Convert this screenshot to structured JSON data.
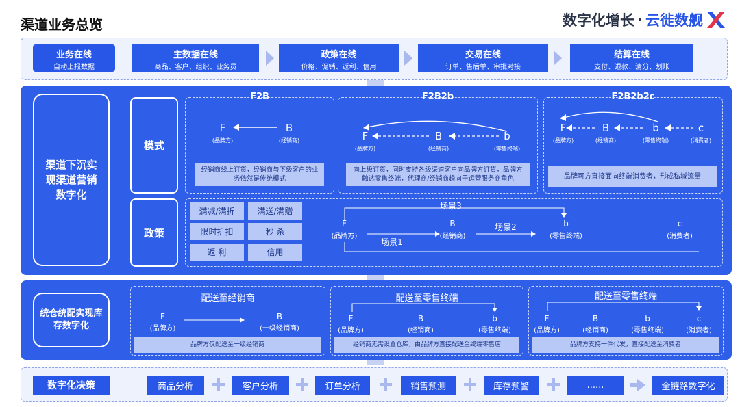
{
  "header": {
    "title": "渠道业务总览",
    "brand_main": "数字化增长",
    "brand_sep": "·",
    "brand_accent": "云徙数舰"
  },
  "row1": {
    "label_title": "业务在线",
    "label_sub": "自动上报数据",
    "boxes": [
      {
        "title": "主数据在线",
        "sub": "商品、客户、组织、业务员"
      },
      {
        "title": "政策在线",
        "sub": "价格、促销、返利、信用"
      },
      {
        "title": "交易在线",
        "sub": "订单、售后单、审批对接"
      },
      {
        "title": "结算在线",
        "sub": "支付、退款、清分、划账"
      }
    ]
  },
  "section2": {
    "left_label": "渠道下沉实现渠道营销数字化",
    "mode_label": "模式",
    "policy_label": "政策",
    "f2b": {
      "title": "F2B",
      "nodes": [
        {
          "letter": "F",
          "sub": "(品牌方)"
        },
        {
          "letter": "B",
          "sub": "(经销商)"
        }
      ],
      "desc": "经销商线上订货，经销商与下级客户的业务依然是传统模式"
    },
    "f2b2b": {
      "title": "F2B2b",
      "nodes": [
        {
          "letter": "F",
          "sub": "(品牌方)"
        },
        {
          "letter": "B",
          "sub": "(经销商)"
        },
        {
          "letter": "b",
          "sub": "(零售终端)"
        }
      ],
      "desc": "向上级订货，同时支持各级渠道客户向品牌方订货，品牌方触达零售终端，代理商/经销商趋向于运营服务商角色"
    },
    "f2b2b2c": {
      "title": "F2B2b2c",
      "nodes": [
        {
          "letter": "F",
          "sub": "(品牌方)"
        },
        {
          "letter": "B",
          "sub": "(经销商)"
        },
        {
          "letter": "b",
          "sub": "(零售终端)"
        },
        {
          "letter": "c",
          "sub": "(消费者)"
        }
      ],
      "desc": "品牌可方直接面向终端消费者，形成私域流量"
    },
    "policy_tags": [
      "满减/满折",
      "满送/满赠",
      "限时折扣",
      "秒 杀",
      "返 利",
      "信用"
    ],
    "scenario": {
      "nodes": [
        {
          "letter": "F",
          "sub": "(品牌方)"
        },
        {
          "letter": "B",
          "sub": "(经销商)"
        },
        {
          "letter": "b",
          "sub": "(零售终端)"
        },
        {
          "letter": "c",
          "sub": "(消费者)"
        }
      ],
      "s1": "场景1",
      "s2": "场景2",
      "s3": "场景3"
    }
  },
  "section3": {
    "left_label": "统仓统配实现库存数字化",
    "panels": [
      {
        "title": "配送至经销商",
        "nodes": [
          {
            "letter": "F",
            "sub": "(品牌方)"
          },
          {
            "letter": "B",
            "sub": "(一级经销商)"
          }
        ],
        "desc": "品牌方仅配送至一级经销商"
      },
      {
        "title": "配送至零售终端",
        "nodes": [
          {
            "letter": "F",
            "sub": "(品牌方)"
          },
          {
            "letter": "B",
            "sub": "(经销商)"
          },
          {
            "letter": "b",
            "sub": "(零售终端)"
          }
        ],
        "desc": "经销商无需设置仓库，由品牌方直接配送至终端零售店"
      },
      {
        "title": "配送至零售终端",
        "nodes": [
          {
            "letter": "F",
            "sub": "(品牌方)"
          },
          {
            "letter": "B",
            "sub": "(经销商)"
          },
          {
            "letter": "b",
            "sub": "(零售终端)"
          },
          {
            "letter": "c",
            "sub": "(消费者)"
          }
        ],
        "desc": "品牌方支持一件代发，直接配送至消费者"
      }
    ]
  },
  "row4": {
    "label": "数字化决策",
    "items": [
      "商品分析",
      "客户分析",
      "订单分析",
      "销售预测",
      "库存预警",
      "......"
    ],
    "final": "全链路数字化"
  }
}
